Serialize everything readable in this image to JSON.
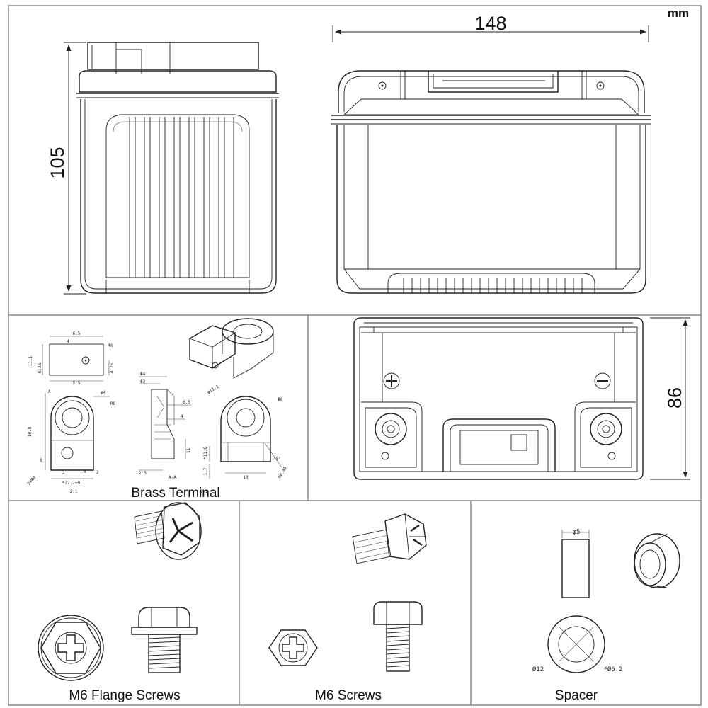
{
  "units": "mm",
  "side_view": {
    "height": "105"
  },
  "front_view": {
    "width": "148"
  },
  "top_view": {
    "depth": "86"
  },
  "brass_terminal": {
    "title": "Brass Terminal",
    "dims": {
      "d65": "6.5",
      "d4": "4",
      "d55": "5.5",
      "d111": "11.1",
      "d625": "6.25",
      "d425": "4.25",
      "r4": "R4",
      "phi4": "φ4",
      "r8": "R8",
      "d108": "10.8",
      "d6": "6",
      "d3": "3",
      "d2": "2",
      "d2223": "*22.2±0.1",
      "s21a": "2:1",
      "s21b": "2:1",
      "aa1": "A",
      "aa2": "A",
      "aa3": "A-A",
      "p4": "Φ4",
      "p3": "Φ3",
      "d65b": "6.5",
      "d4b": "4",
      "d11": "11",
      "d23": "2.3",
      "d111b": "φ11.1",
      "d116": "*11.6",
      "d17": "1.7",
      "d10": "10",
      "d8": "Φ8",
      "d45": "45°",
      "d1045": "R0.45",
      "d200": "2×R0"
    }
  },
  "flange_screws": {
    "title": "M6 Flange Screws"
  },
  "screws": {
    "title": "M6  Screws"
  },
  "spacer": {
    "title": "Spacer",
    "width": "φ5",
    "outer": "Ø12",
    "inner": "*Ø6.2"
  }
}
